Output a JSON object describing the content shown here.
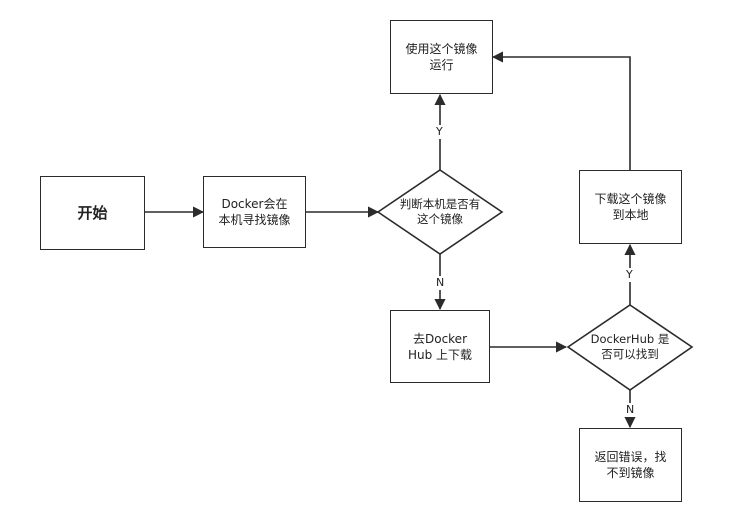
{
  "nodes": {
    "start": "开始",
    "search_local": "Docker会在\n本机寻找镜像",
    "is_local": "判断本机是否有\n这个镜像",
    "use_image": "使用这个镜像\n运行",
    "pull_hub": "去Docker\nHub 上下载",
    "found_hub": "DockerHub 是\n否可以找到",
    "download_local": "下载这个镜像\n到本地",
    "error": "返回错误，找\n不到镜像"
  },
  "edge_labels": {
    "local_yes": "Y",
    "local_no": "N",
    "hub_yes": "Y",
    "hub_no": "N"
  },
  "colors": {
    "line": "#2b2b2b",
    "background": "#ffffff"
  }
}
